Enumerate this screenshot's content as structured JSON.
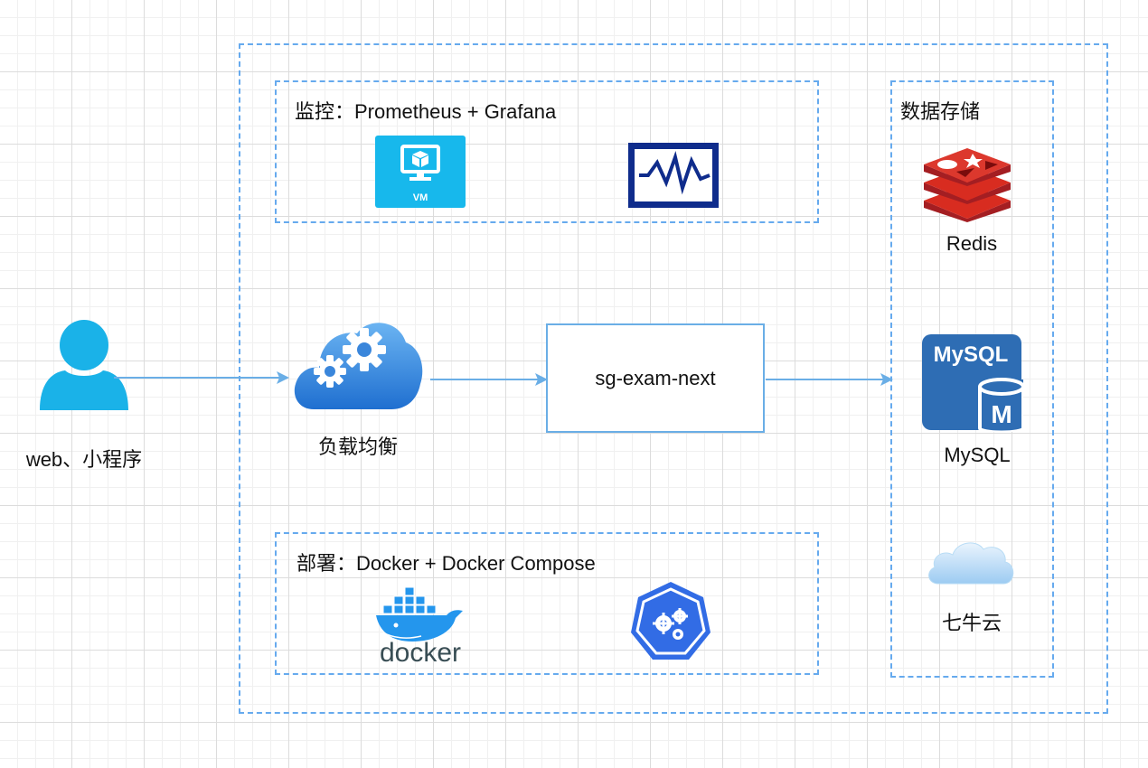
{
  "client": {
    "label": "web、小程序"
  },
  "load_balancer": {
    "label": "负载均衡"
  },
  "service": {
    "label": "sg-exam-next"
  },
  "monitoring": {
    "title": "监控：Prometheus + Grafana",
    "vm_badge": "VM"
  },
  "deployment": {
    "title": "部署：Docker + Docker Compose",
    "docker_wordmark": "docker"
  },
  "storage": {
    "title": "数据存储",
    "redis": "Redis",
    "mysql": "MySQL",
    "mysql_logo_text": "MySQL",
    "mysql_logo_letter": "M",
    "qiniu": "七牛云"
  },
  "colors": {
    "dash_border": "#66aaee",
    "arrow": "#6aaee6",
    "user": "#1ab2e8",
    "vm": "#17b8ec",
    "monitor": "#0f2c8c",
    "redis": "#c9302c",
    "mysql": "#2e6db4",
    "docker": "#2496ed",
    "k8s": "#326ce5"
  }
}
